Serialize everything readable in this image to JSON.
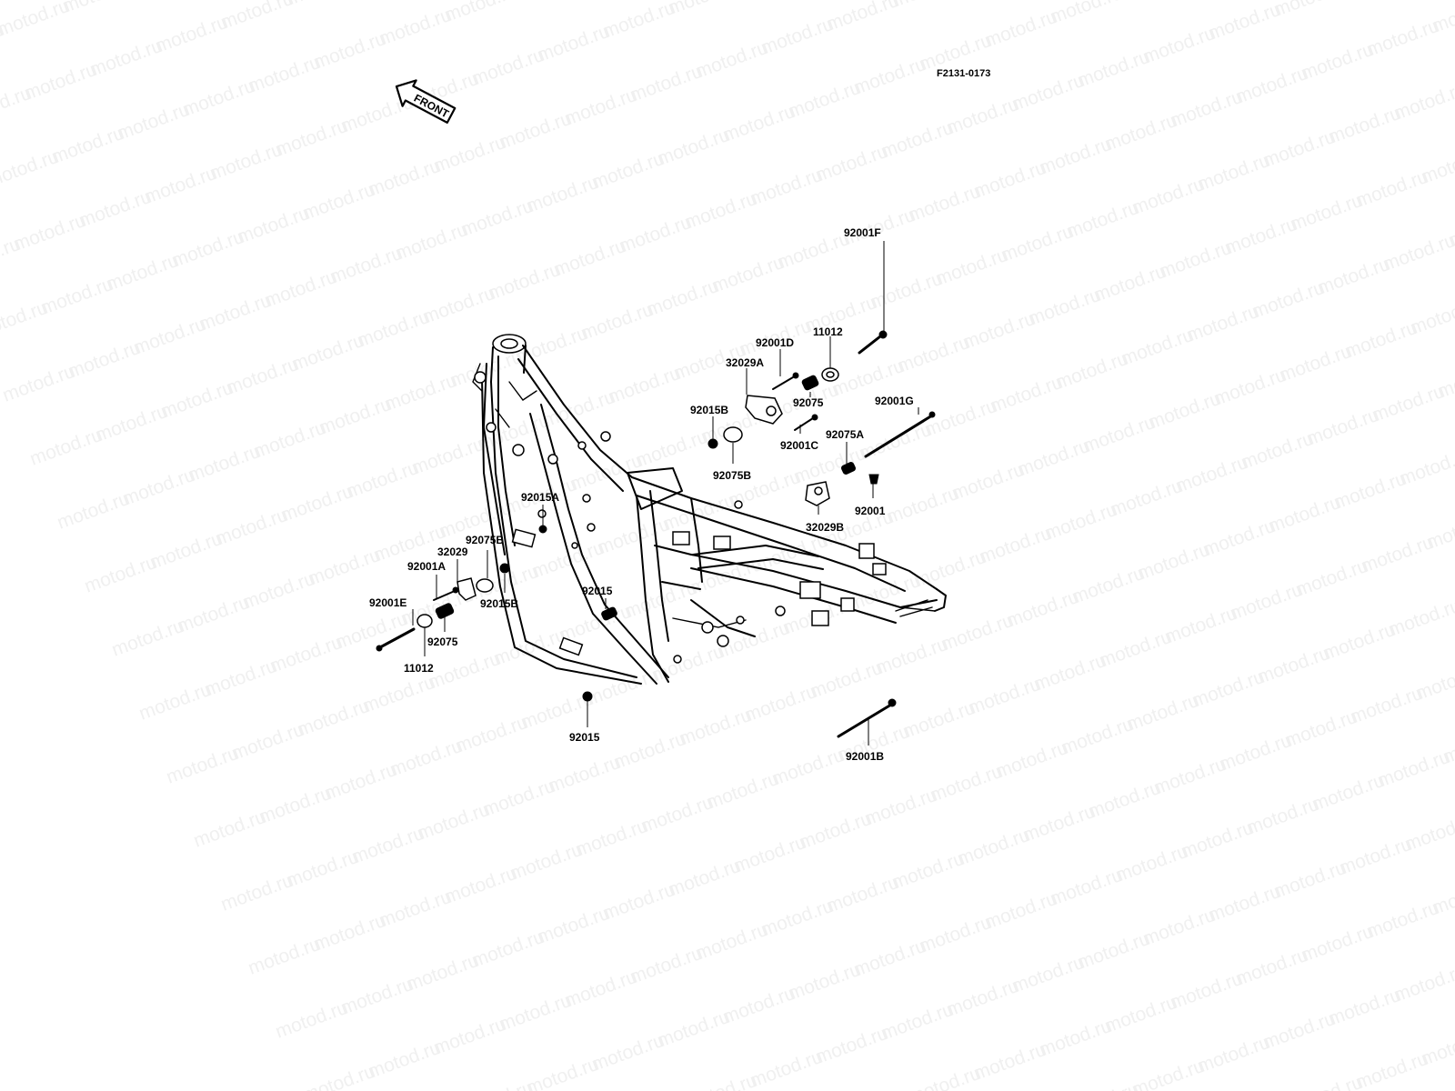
{
  "figure": {
    "code": "F2131-0173",
    "front_arrow_label": "FRONT",
    "watermark_text": "motod.ru",
    "colors": {
      "background": "#ffffff",
      "ink": "#000000",
      "watermark": "#f0f0f0"
    }
  },
  "callouts": [
    {
      "id": "c1",
      "text": "92001F"
    },
    {
      "id": "c2",
      "text": "11012"
    },
    {
      "id": "c3",
      "text": "92001D"
    },
    {
      "id": "c4",
      "text": "32029A"
    },
    {
      "id": "c5",
      "text": "92015B"
    },
    {
      "id": "c6",
      "text": "92075"
    },
    {
      "id": "c7",
      "text": "92001G"
    },
    {
      "id": "c8",
      "text": "92075A"
    },
    {
      "id": "c9",
      "text": "92001C"
    },
    {
      "id": "c10",
      "text": "92075B"
    },
    {
      "id": "c11",
      "text": "92001"
    },
    {
      "id": "c12",
      "text": "32029B"
    },
    {
      "id": "c13",
      "text": "92015A"
    },
    {
      "id": "c14",
      "text": "92075B"
    },
    {
      "id": "c15",
      "text": "32029"
    },
    {
      "id": "c16",
      "text": "92001A"
    },
    {
      "id": "c17",
      "text": "92015B"
    },
    {
      "id": "c18",
      "text": "92015"
    },
    {
      "id": "c19",
      "text": "92001E"
    },
    {
      "id": "c20",
      "text": "92075"
    },
    {
      "id": "c21",
      "text": "11012"
    },
    {
      "id": "c22",
      "text": "92015"
    },
    {
      "id": "c23",
      "text": "92001B"
    }
  ]
}
